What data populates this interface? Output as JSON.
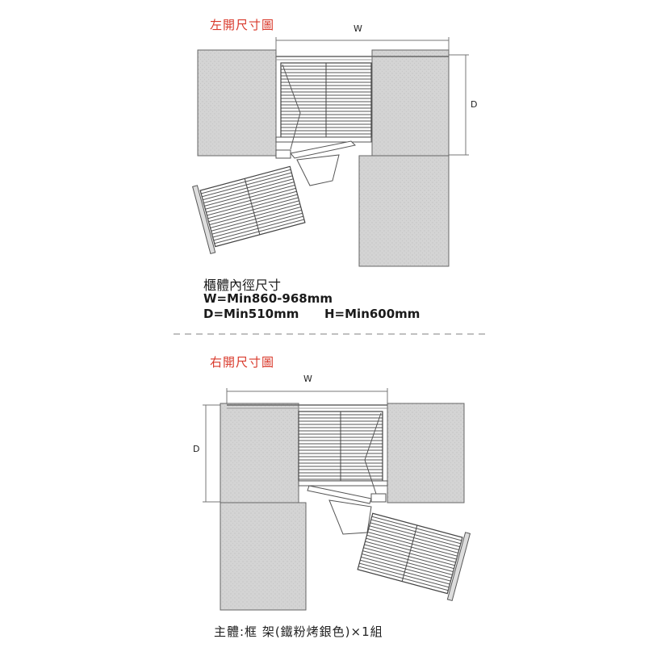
{
  "left_diagram": {
    "title": "左開尺寸圖",
    "dim_w": "W",
    "dim_d": "D"
  },
  "specs": {
    "heading": "櫃體內徑尺寸",
    "width": "W=Min860-968mm",
    "depth": "D=Min510mm",
    "height": "H=Min600mm"
  },
  "right_diagram": {
    "title": "右開尺寸圖",
    "dim_w": "W",
    "dim_d": "D"
  },
  "footer": {
    "contents": "主體:框 架(鐵粉烤銀色)×1組"
  },
  "colors": {
    "title_red": "#d9392b",
    "cabinet_fill": "#d6d6d6",
    "line": "#555555",
    "divider": "#9a9a9a"
  }
}
